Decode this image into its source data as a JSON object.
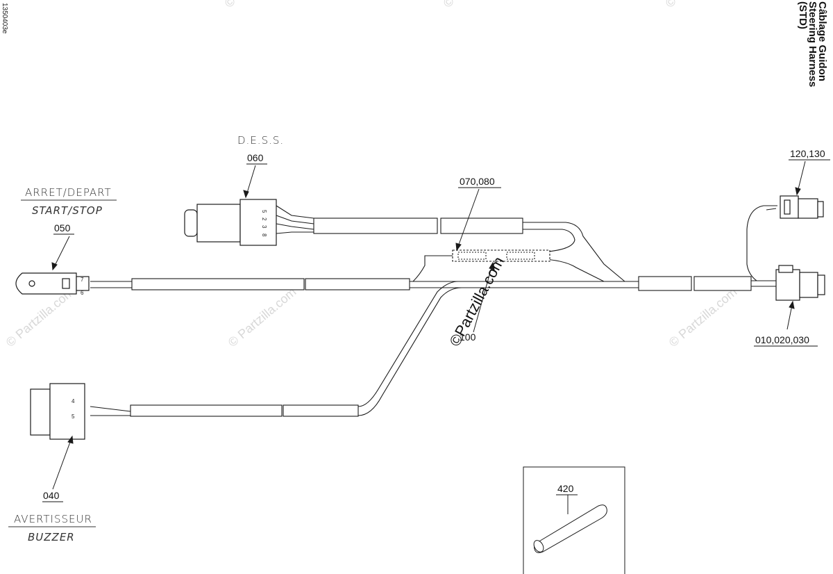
{
  "figure_code": "1350403e",
  "title": {
    "line1": "Câblage Guidon",
    "line2": "Steering Harness",
    "line3": "(STD)"
  },
  "watermark_text": "© Partzilla.com",
  "center_watermark_text": "©Partzilla.com",
  "labels": {
    "dess": "D.E.S.S.",
    "start_stop_fr": "ARRET/DEPART",
    "start_stop_en": "START/STOP",
    "buzzer_fr": "AVERTISSEUR",
    "buzzer_en": "BUZZER"
  },
  "callouts": {
    "c050": "050",
    "c060": "060",
    "c070_080": "070,080",
    "c100": "100",
    "c120_130": "120,130",
    "c010_020_030": "010,020,030",
    "c040": "040",
    "c420": "420"
  },
  "pins": {
    "start_a": "7",
    "start_b": "6",
    "buzzer_a": "4",
    "buzzer_b": "5",
    "dess_1": "5",
    "dess_2": "2",
    "dess_3": "3",
    "dess_4": "8"
  },
  "colors": {
    "line": "#1a1a1a",
    "watermark": "#d6d6d6",
    "background": "#ffffff"
  }
}
